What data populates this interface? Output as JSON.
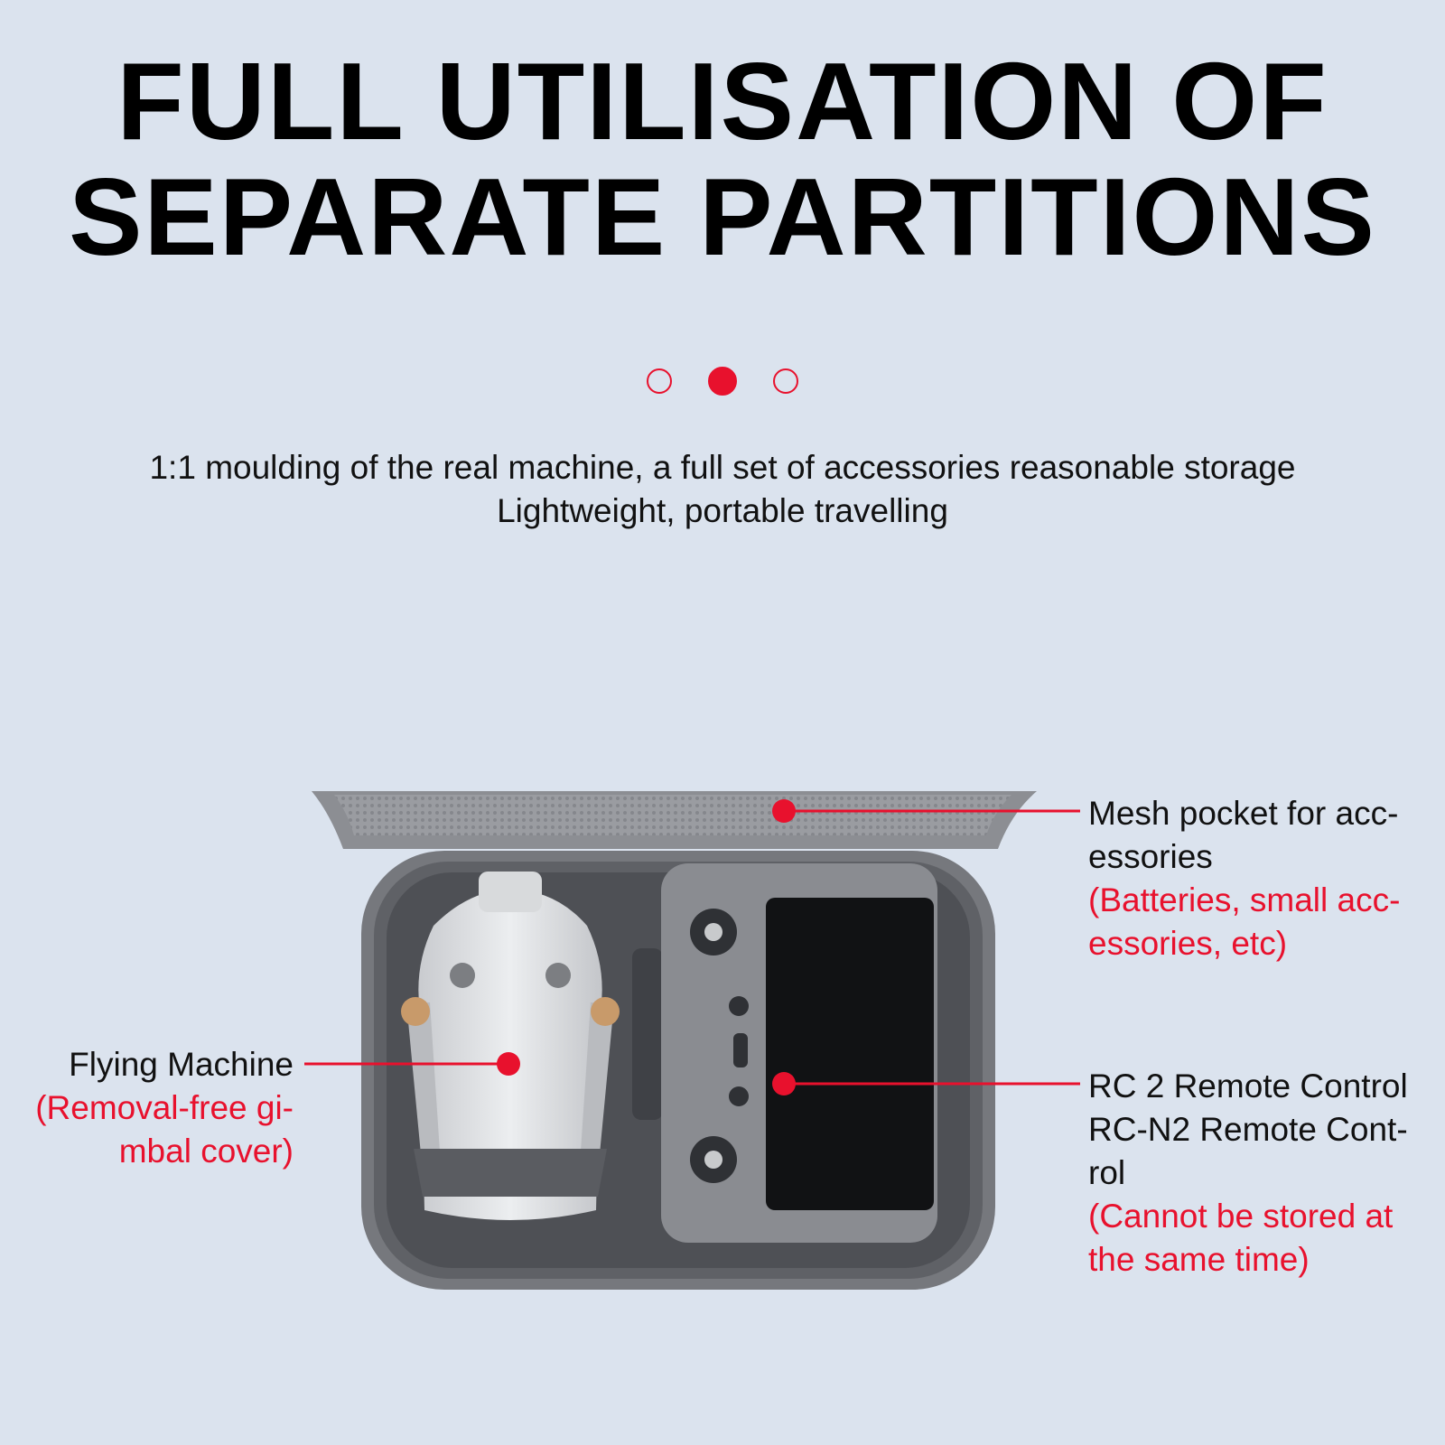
{
  "title": {
    "line1": "FULL UTILISATION OF",
    "line2": "SEPARATE PARTITIONS"
  },
  "carousel": {
    "count": 3,
    "active_index": 1
  },
  "subtitle": {
    "line1": "1:1 moulding of the real machine, a full set of accessories reasonable storage",
    "line2": "Lightweight, portable travelling"
  },
  "callouts": {
    "mesh": {
      "line1": "Mesh pocket for acc-",
      "line2": "essories",
      "note1": "(Batteries, small acc-",
      "note2": "essories, etc)"
    },
    "flying": {
      "line1": "Flying Machine",
      "note1": "(Removal-free gi-",
      "note2": "mbal cover)"
    },
    "remote": {
      "line1": "RC 2 Remote Control",
      "line2": "RC-N2 Remote Cont-",
      "line3": "rol",
      "note1": "(Cannot be stored at",
      "note2": "the same time)"
    }
  },
  "colors": {
    "background": "#dbe3ee",
    "accent": "#e8112d",
    "case": "#7d7f84"
  }
}
